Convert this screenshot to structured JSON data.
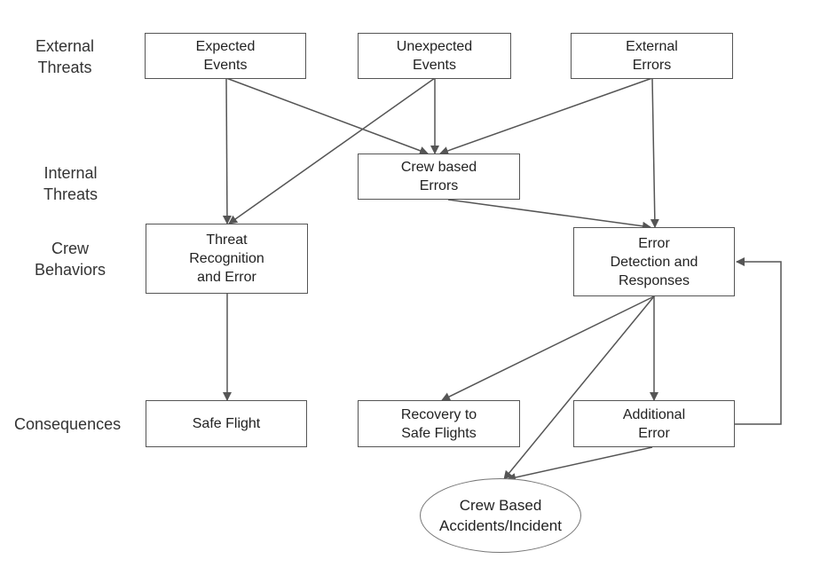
{
  "row_labels": {
    "external": [
      "External",
      "Threats"
    ],
    "internal": [
      "Internal",
      "Threats"
    ],
    "behaviors": [
      "Crew",
      "Behaviors"
    ],
    "consequences": [
      "Consequences"
    ]
  },
  "nodes": {
    "expected_events": [
      "Expected",
      "Events"
    ],
    "unexpected_events": [
      "Unexpected",
      "Events"
    ],
    "external_errors": [
      "External",
      "Errors"
    ],
    "crew_based_errors": [
      "Crew based",
      "Errors"
    ],
    "threat_recognition": [
      "Threat",
      "Recognition",
      "and Error"
    ],
    "error_detection": [
      "Error",
      "Detection and",
      "Responses"
    ],
    "safe_flight": [
      "Safe Flight"
    ],
    "recovery": [
      "Recovery to",
      "Safe Flights"
    ],
    "additional_error": [
      "Additional",
      "Error"
    ],
    "crew_accidents": [
      "Crew Based",
      "Accidents/Incident"
    ]
  },
  "edges": [
    {
      "from": "expected_events",
      "to": "threat_recognition"
    },
    {
      "from": "expected_events",
      "to": "crew_based_errors"
    },
    {
      "from": "unexpected_events",
      "to": "crew_based_errors"
    },
    {
      "from": "unexpected_events",
      "to": "threat_recognition"
    },
    {
      "from": "external_errors",
      "to": "crew_based_errors"
    },
    {
      "from": "external_errors",
      "to": "error_detection"
    },
    {
      "from": "crew_based_errors",
      "to": "error_detection"
    },
    {
      "from": "threat_recognition",
      "to": "safe_flight"
    },
    {
      "from": "error_detection",
      "to": "recovery"
    },
    {
      "from": "error_detection",
      "to": "additional_error"
    },
    {
      "from": "error_detection",
      "to": "crew_accidents"
    },
    {
      "from": "additional_error",
      "to": "crew_accidents"
    },
    {
      "from": "additional_error",
      "to": "error_detection"
    }
  ],
  "colors": {
    "stroke": "#555555",
    "text": "#222222",
    "label": "#333333"
  }
}
